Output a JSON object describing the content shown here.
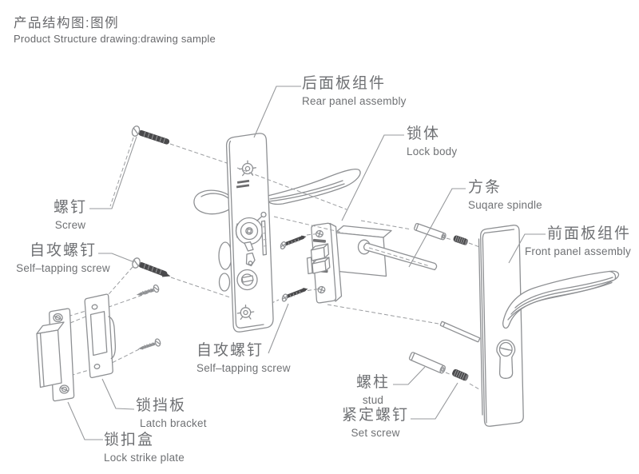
{
  "title": {
    "zh": "产品结构图:图例",
    "en": "Product Structure drawing:drawing sample"
  },
  "labels": [
    {
      "key": "rear-panel-assembly",
      "zh": "后面板组件",
      "en": "Rear panel assembly"
    },
    {
      "key": "lock-body",
      "zh": "锁体",
      "en": "Lock body"
    },
    {
      "key": "square-spindle",
      "zh": "方条",
      "en": "Suqare spindle"
    },
    {
      "key": "front-panel-assembly",
      "zh": "前面板组件",
      "en": "Front panel assembly"
    },
    {
      "key": "screw",
      "zh": "螺钉",
      "en": "Screw"
    },
    {
      "key": "self-tapping-screw-upper",
      "zh": "自攻螺钉",
      "en": "Self–tapping screw"
    },
    {
      "key": "self-tapping-screw-lower",
      "zh": "自攻螺钉",
      "en": "Self–tapping screw"
    },
    {
      "key": "stud",
      "zh": "螺柱",
      "en": "stud"
    },
    {
      "key": "set-screw",
      "zh": "紧定螺钉",
      "en": "Set screw"
    },
    {
      "key": "latch-bracket",
      "zh": "锁挡板",
      "en": "Latch bracket"
    },
    {
      "key": "lock-strike-plate",
      "zh": "锁扣盒",
      "en": "Lock strike plate"
    }
  ],
  "colors": {
    "line_art": "#8e9093",
    "screw_dark": "#4a4a4c",
    "label_text": "#6f7174",
    "background": "#ffffff"
  }
}
